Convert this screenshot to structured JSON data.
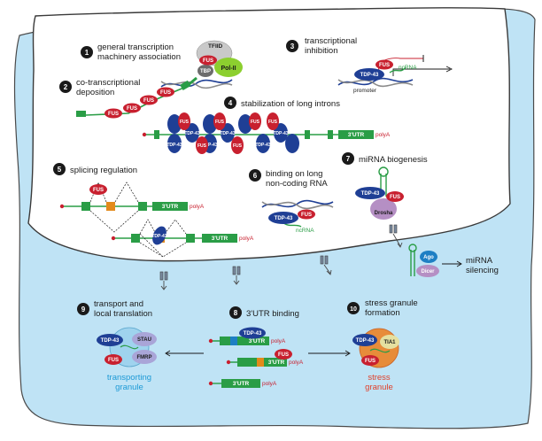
{
  "colors": {
    "cytoplasm": "#bfe3f5",
    "nucleus": "#ffffff",
    "tdp43": "#1f3f95",
    "fus": "#c8202f",
    "rna_green": "#2a9d46",
    "cap_red": "#c8202f",
    "label_blue": "#1e9ad6",
    "label_red": "#e0412b"
  },
  "steps": {
    "s1": {
      "num": "1",
      "line1": "general transcription",
      "line2": "machinery association"
    },
    "s2": {
      "num": "2",
      "line1": "co-transcriptional",
      "line2": "deposition"
    },
    "s3": {
      "num": "3",
      "line1": "transcriptional",
      "line2": "inhibition"
    },
    "s4": {
      "num": "4",
      "line1": "stabilization of long introns"
    },
    "s5": {
      "num": "5",
      "line1": "splicing regulation"
    },
    "s6": {
      "num": "6",
      "line1": "binding on long",
      "line2": "non-coding RNA"
    },
    "s7": {
      "num": "7",
      "line1": "miRNA biogenesis"
    },
    "s8": {
      "num": "8",
      "line1": "3'UTR binding"
    },
    "s9": {
      "num": "9",
      "line1": "transport and",
      "line2": "local translation"
    },
    "s10": {
      "num": "10",
      "line1": "stress granule",
      "line2": "formation"
    }
  },
  "labels": {
    "tfiid": "TFIID",
    "tbp": "TBP",
    "pol2": "Pol-II",
    "fus": "FUS",
    "tdp43": "TDP-43",
    "ncrna": "ncRNA",
    "promoter": "promoter",
    "utr": "3'UTR",
    "polya": "polyA",
    "drosha": "Drosha",
    "ago": "Ago",
    "dicer": "Dicer",
    "mirna_silencing_1": "miRNA",
    "mirna_silencing_2": "silencing",
    "stau": "STAU",
    "fmrp": "FMRP",
    "tia1": "TIA1",
    "transporting_1": "transporting",
    "transporting_2": "granule",
    "stress_1": "stress",
    "stress_2": "granule"
  }
}
